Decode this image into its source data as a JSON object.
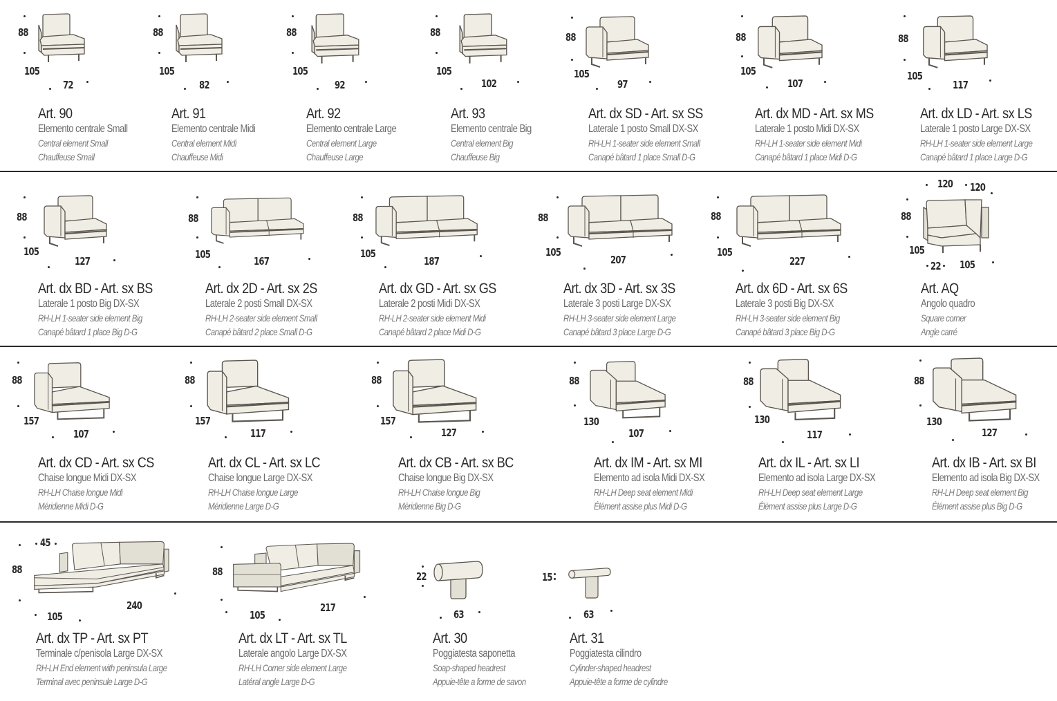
{
  "colors": {
    "upholstery": "#efede4",
    "upholstery_shade": "#e2dfd4",
    "outline": "#5b5650",
    "separator": "#2a2a2a",
    "title_text": "#2a2a2a",
    "subtitle_text": "#6a6a6a"
  },
  "rows": [
    {
      "items": [
        {
          "art": "Art. 90",
          "it": "Elemento centrale Small",
          "en": "Central element Small",
          "fr": "Chauffeuse Small",
          "dims": {
            "height": "88",
            "depth": "105",
            "width": "72"
          },
          "icon": "sofa-central-element-icon"
        },
        {
          "art": "Art. 91",
          "it": "Elemento centrale Midi",
          "en": "Central element Midi",
          "fr": "Chauffeuse Midi",
          "dims": {
            "height": "88",
            "depth": "105",
            "width": "82"
          },
          "icon": "sofa-central-element-icon"
        },
        {
          "art": "Art. 92",
          "it": "Elemento centrale Large",
          "en": "Central element Large",
          "fr": "Chauffeuse Large",
          "dims": {
            "height": "88",
            "depth": "105",
            "width": "92"
          },
          "icon": "sofa-central-element-icon"
        },
        {
          "art": "Art. 93",
          "it": "Elemento centrale Big",
          "en": "Central element Big",
          "fr": "Chauffeuse Big",
          "dims": {
            "height": "88",
            "depth": "105",
            "width": "102"
          },
          "icon": "sofa-central-element-icon"
        },
        {
          "art": "Art. dx SD - Art. sx SS",
          "it": "Laterale 1 posto Small DX-SX",
          "en": "RH-LH 1-seater side element Small",
          "fr": "Canapé bâtard 1 place Small D-G",
          "dims": {
            "height": "88",
            "depth": "105",
            "width": "97"
          },
          "icon": "sofa-1-seater-side-icon"
        },
        {
          "art": "Art. dx MD - Art. sx MS",
          "it": "Laterale 1 posto Midi DX-SX",
          "en": "RH-LH 1-seater side element Midi",
          "fr": "Canapé bâtard 1 place Midi D-G",
          "dims": {
            "height": "88",
            "depth": "105",
            "width": "107"
          },
          "icon": "sofa-1-seater-side-icon"
        },
        {
          "art": "Art. dx LD - Art. sx LS",
          "it": "Laterale 1 posto Large DX-SX",
          "en": "RH-LH 1-seater side element Large",
          "fr": "Canapé bâtard 1 place Large D-G",
          "dims": {
            "height": "88",
            "depth": "105",
            "width": "117"
          },
          "icon": "sofa-1-seater-side-icon"
        }
      ]
    },
    {
      "items": [
        {
          "art": "Art. dx BD - Art. sx BS",
          "it": "Laterale 1 posto Big DX-SX",
          "en": "RH-LH 1-seater side element Big",
          "fr": "Canapé bâtard 1 place Big D-G",
          "dims": {
            "height": "88",
            "depth": "105",
            "width": "127"
          },
          "icon": "sofa-1-seater-side-icon"
        },
        {
          "art": "Art. dx 2D - Art. sx 2S",
          "it": "Laterale 2 posti Small DX-SX",
          "en": "RH-LH 2-seater side element Small",
          "fr": "Canapé bâtard 2 place Small D-G",
          "dims": {
            "height": "88",
            "depth": "105",
            "width": "167"
          },
          "icon": "sofa-2-seater-side-icon"
        },
        {
          "art": "Art. dx GD - Art. sx GS",
          "it": "Laterale 2 posti Midi DX-SX",
          "en": "RH-LH 2-seater side element Midi",
          "fr": "Canapé bâtard 2 place Midi D-G",
          "dims": {
            "height": "88",
            "depth": "105",
            "width": "187"
          },
          "icon": "sofa-2-seater-side-icon"
        },
        {
          "art": "Art. dx 3D - Art. sx 3S",
          "it": "Laterale 3 posti Large DX-SX",
          "en": "RH-LH 3-seater side element Large",
          "fr": "Canapé bâtard 3 place Large D-G",
          "dims": {
            "height": "88",
            "depth": "105",
            "width": "207"
          },
          "icon": "sofa-2-seater-side-icon"
        },
        {
          "art": "Art. dx 6D - Art. sx 6S",
          "it": "Laterale 3 posti Big DX-SX",
          "en": "RH-LH 3-seater side element Big",
          "fr": "Canapé bâtard 3 place Big D-G",
          "dims": {
            "height": "88",
            "depth": "105",
            "width": "227"
          },
          "icon": "sofa-2-seater-side-icon"
        },
        {
          "art": "Art. AQ",
          "it": "Angolo quadro",
          "en": "Square corner",
          "fr": "Angle carré",
          "dims": {
            "height": "88",
            "depth": "105",
            "width": "105",
            "top_left": "120",
            "top_right": "120",
            "offset": "22"
          },
          "icon": "sofa-square-corner-icon"
        }
      ]
    },
    {
      "items": [
        {
          "art": "Art. dx CD - Art. sx CS",
          "it": "Chaise longue Midi DX-SX",
          "en": "RH-LH Chaise longue Midi",
          "fr": "Méridienne Midi D-G",
          "dims": {
            "height": "88",
            "depth": "157",
            "width": "107"
          },
          "icon": "sofa-chaise-longue-icon"
        },
        {
          "art": "Art. dx CL - Art. sx LC",
          "it": "Chaise longue Large DX-SX",
          "en": "RH-LH Chaise longue Large",
          "fr": "Méridienne Large D-G",
          "dims": {
            "height": "88",
            "depth": "157",
            "width": "117"
          },
          "icon": "sofa-chaise-longue-icon"
        },
        {
          "art": "Art. dx CB - Art. sx BC",
          "it": "Chaise longue Big DX-SX",
          "en": "RH-LH Chaise longue Big",
          "fr": "Méridienne Big D-G",
          "dims": {
            "height": "88",
            "depth": "157",
            "width": "127"
          },
          "icon": "sofa-chaise-longue-icon"
        },
        {
          "art": "Art. dx IM - Art. sx MI",
          "it": "Elemento ad isola Midi DX-SX",
          "en": "RH-LH Deep seat element Midi",
          "fr": "Élément assise plus Midi D-G",
          "dims": {
            "height": "88",
            "depth": "130",
            "width": "107"
          },
          "icon": "sofa-deep-seat-icon"
        },
        {
          "art": "Art. dx IL - Art. sx LI",
          "it": "Elemento ad isola Large DX-SX",
          "en": "RH-LH Deep seat element Large",
          "fr": "Élément assise plus Large D-G",
          "dims": {
            "height": "88",
            "depth": "130",
            "width": "117"
          },
          "icon": "sofa-deep-seat-icon"
        },
        {
          "art": "Art. dx IB - Art. sx BI",
          "it": "Elemento ad isola Big DX-SX",
          "en": "RH-LH Deep seat element Big",
          "fr": "Élément assise plus Big D-G",
          "dims": {
            "height": "88",
            "depth": "130",
            "width": "127"
          },
          "icon": "sofa-deep-seat-icon"
        }
      ]
    },
    {
      "items": [
        {
          "art": "Art. dx TP - Art. sx PT",
          "it": "Terminale c/penisola Large DX-SX",
          "en": "RH-LH End element with peninsula Large",
          "fr": "Terminal avec peninsule Large D-G",
          "dims": {
            "height": "88",
            "depth": "105",
            "width": "240",
            "top": "45"
          },
          "icon": "sofa-peninsula-end-icon"
        },
        {
          "art": "Art. dx LT - Art. sx TL",
          "it": "Laterale angolo Large DX-SX",
          "en": "RH-LH Corner side element Large",
          "fr": "Latéral angle Large D-G",
          "dims": {
            "height": "88",
            "depth": "105",
            "width": "217"
          },
          "icon": "sofa-corner-side-icon"
        },
        {
          "art": "Art. 30",
          "it": "Poggiatesta saponetta",
          "en": "Soap-shaped headrest",
          "fr": "Appuie-tête a forme de savon",
          "dims": {
            "height": "22",
            "width": "63"
          },
          "icon": "soap-headrest-icon"
        },
        {
          "art": "Art. 31",
          "it": "Poggiatesta cilindro",
          "en": "Cylinder-shaped headrest",
          "fr": "Appuie-tête a forme de cylindre",
          "dims": {
            "height": "15",
            "width": "63"
          },
          "icon": "cylinder-headrest-icon"
        }
      ]
    }
  ]
}
